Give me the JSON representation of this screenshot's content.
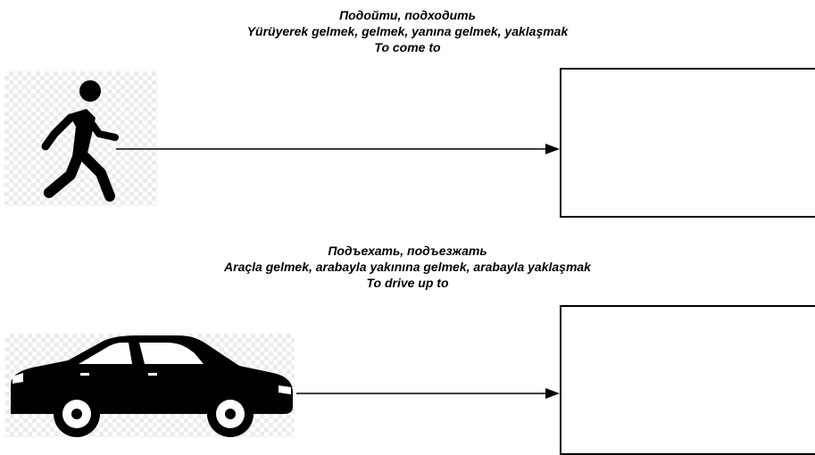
{
  "rows": [
    {
      "icon": "walking-person-icon",
      "labels": {
        "russian": "Подойти, подходить",
        "turkish": "Yürüyerek gelmek, gelmek, yanına gelmek, yaklaşmak",
        "english": "To come to"
      }
    },
    {
      "icon": "car-icon",
      "labels": {
        "russian": "Подъехать, подъезжать",
        "turkish": "Araçla gelmek, arabayla yakınına gelmek, arabayla yaklaşmak",
        "english": "To drive up to"
      }
    }
  ],
  "colors": {
    "stroke": "#000000",
    "checker": "#ececec",
    "background": "#ffffff"
  }
}
